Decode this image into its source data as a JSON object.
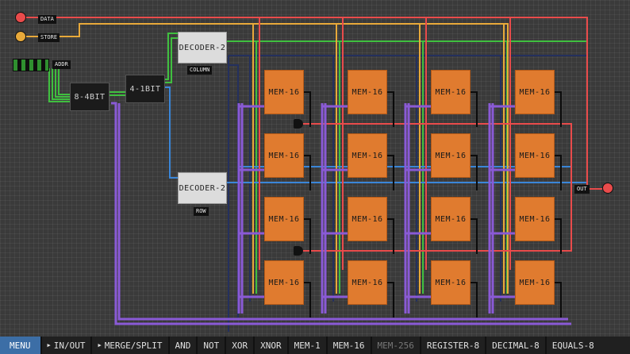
{
  "inputs": {
    "data": {
      "label": "DATA",
      "color": "#e94b4b"
    },
    "store": {
      "label": "STORE",
      "color": "#e8a93a"
    },
    "addr": {
      "label": "ADDR"
    }
  },
  "output": {
    "label": "OUT",
    "color": "#e94b4b"
  },
  "components": {
    "split_8_4": "8-4BIT",
    "split_4_1": "4-1BIT",
    "decoder_column": "DECODER-2",
    "decoder_column_caption": "COLUMN",
    "decoder_row": "DECODER-2",
    "decoder_row_caption": "ROW",
    "memory_cell": "MEM-16"
  },
  "wire_colors": {
    "data": "#e94b4b",
    "store": "#e8a93a",
    "addr": "#3fbf3f",
    "row": "#3a86d8",
    "bus": "#8a5ad6",
    "column": "#24305e"
  },
  "toolbar": {
    "menu": "MENU",
    "items": [
      {
        "label": "IN/OUT",
        "has_arrow": true
      },
      {
        "label": "MERGE/SPLIT",
        "has_arrow": true
      },
      {
        "label": "AND"
      },
      {
        "label": "NOT"
      },
      {
        "label": "XOR"
      },
      {
        "label": "XNOR"
      },
      {
        "label": "MEM-1"
      },
      {
        "label": "MEM-16"
      },
      {
        "label": "MEM-256",
        "disabled": true
      },
      {
        "label": "REGISTER-8"
      },
      {
        "label": "DECIMAL-8"
      },
      {
        "label": "EQUALS-8"
      }
    ]
  }
}
